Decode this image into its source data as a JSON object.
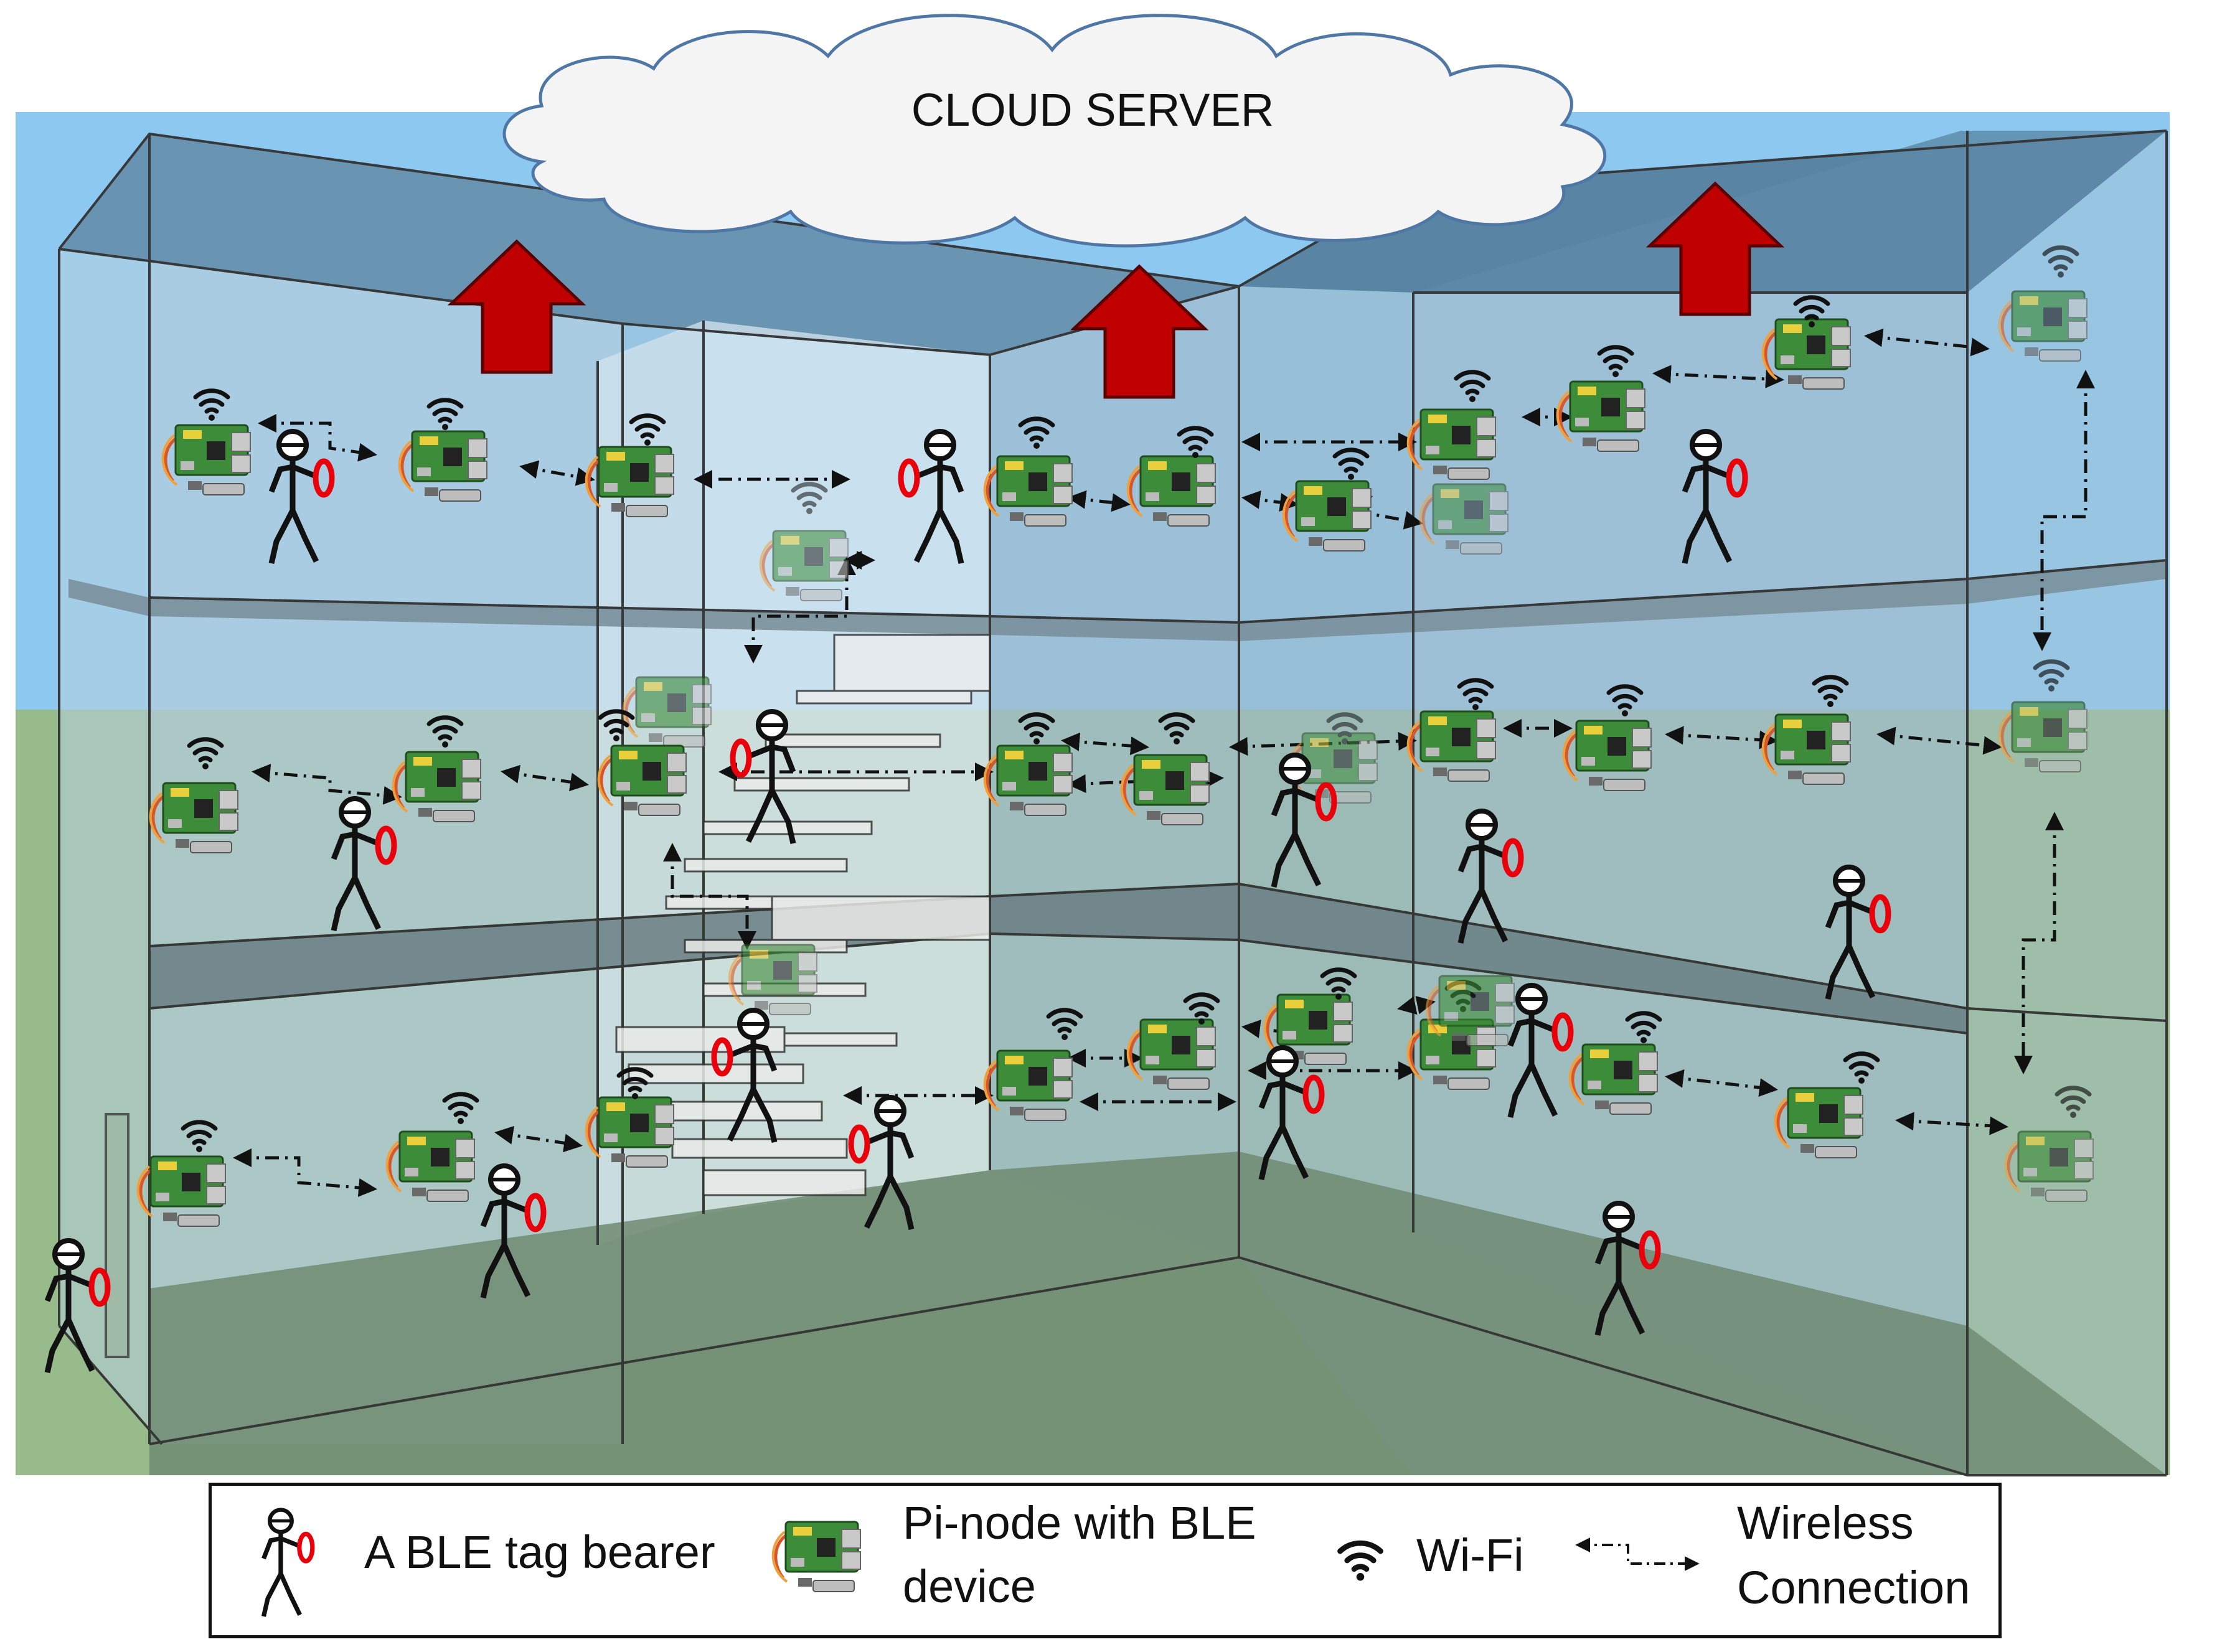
{
  "cloud": {
    "label": "CLOUD SERVER"
  },
  "legend": {
    "tag_bearer": "A BLE tag bearer",
    "pi_node_line1": "Pi-node with BLE",
    "pi_node_line2": "device",
    "wifi": "Wi-Fi",
    "wireless_line1": "Wireless",
    "wireless_line2": "Connection"
  },
  "colors": {
    "sky": "#8cc8f0",
    "ground": "#98bb8c",
    "glass": "#b9d3e2",
    "upload_arrow": "#c00000",
    "ble_tag": "#e8000b",
    "pcb": "#3f8f3b"
  },
  "icons": [
    "stick-person-icon",
    "ble-tag-icon",
    "pi-node-icon",
    "wifi-icon",
    "wireless-connection-icon",
    "upload-arrow-icon",
    "cloud-icon"
  ]
}
